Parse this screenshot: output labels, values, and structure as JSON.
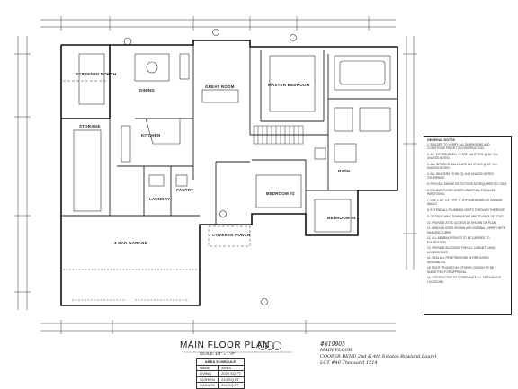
{
  "plan": {
    "title": "MAIN FLOOR PLAN",
    "scale": "SCALE: 1/4\" = 1'-0\"",
    "rooms": {
      "screened_porch": "SCREENED PORCH",
      "dining": "DINING",
      "kitchen": "KITCHEN",
      "great_room": "GREAT ROOM",
      "master_bedroom": "MASTER BEDROOM",
      "storage": "STORAGE",
      "laundry": "LAUNDRY",
      "pantry": "PANTRY",
      "bedroom_2": "BEDROOM #2",
      "bedroom_3": "BEDROOM #3",
      "bath": "BATH",
      "garage": "3 CAR GARAGE",
      "covered_porch": "COVERED PORCH"
    },
    "area_schedule": {
      "title": "AREA SCHEDULE",
      "headers": [
        "NAME",
        "AREA"
      ],
      "rows": [
        [
          "LIVING",
          "2020 SQ FT"
        ],
        [
          "SCREEN",
          "224 SQ FT"
        ],
        [
          "GARAGE",
          "894 SQ FT"
        ]
      ]
    },
    "handwritten_notes": [
      "#619905",
      "MAIN FLOOR",
      "COOPER BEND 2nd & 4th Estates Rowland Laurel",
      "LOT #40 Thousand 1514"
    ],
    "general_notes": {
      "heading": "GENERAL NOTES",
      "items": [
        "1. BUILDER TO VERIFY ALL DIMENSIONS AND CONDITIONS PRIOR TO CONSTRUCTION.",
        "2. ALL EXTERIOR WALLS ARE 2x6 STUDS @ 16\" O.C. UNLESS NOTED.",
        "3. ALL INTERIOR WALLS ARE 2x4 STUDS @ 16\" O.C. UNLESS NOTED.",
        "4. ALL HEADERS TO BE (2) 2x10 UNLESS NOTED OTHERWISE.",
        "5. PROVIDE SMOKE DETECTORS AS REQUIRED BY CODE.",
        "6. DOUBLE FLOOR JOISTS UNDER ALL PARALLEL PARTITIONS.",
        "7. USE 1 1/2\" x 4 TYPE 'X' GYPSUM BOARD AT GARAGE WALLS.",
        "8. EXTEND ALL PLUMBING VENTS THROUGH THE ROOF.",
        "9. OUTSIDE WALL DIMENSIONS ARE TO FACE OF STUD.",
        "10. PROVIDE ATTIC ACCESS AS SHOWN ON PLAN.",
        "11. WINDOW SIZES SHOWN ARE NOMINAL; VERIFY WITH MANUFACTURER.",
        "12. ALL BEARING POINTS TO BE CARRIED TO FOUNDATION.",
        "13. PROVIDE BLOCKING FOR ALL CABINETS AND ACCESSORIES.",
        "14. SEAL ALL PENETRATIONS IN FIRE RATED ASSEMBLIES.",
        "15. ROOF TRUSSES BY OTHERS; DESIGN TO BE SUBMITTED FOR APPROVAL.",
        "16. CONTRACTOR TO COORDINATE ALL MECHANICAL LOCATIONS."
      ]
    }
  }
}
